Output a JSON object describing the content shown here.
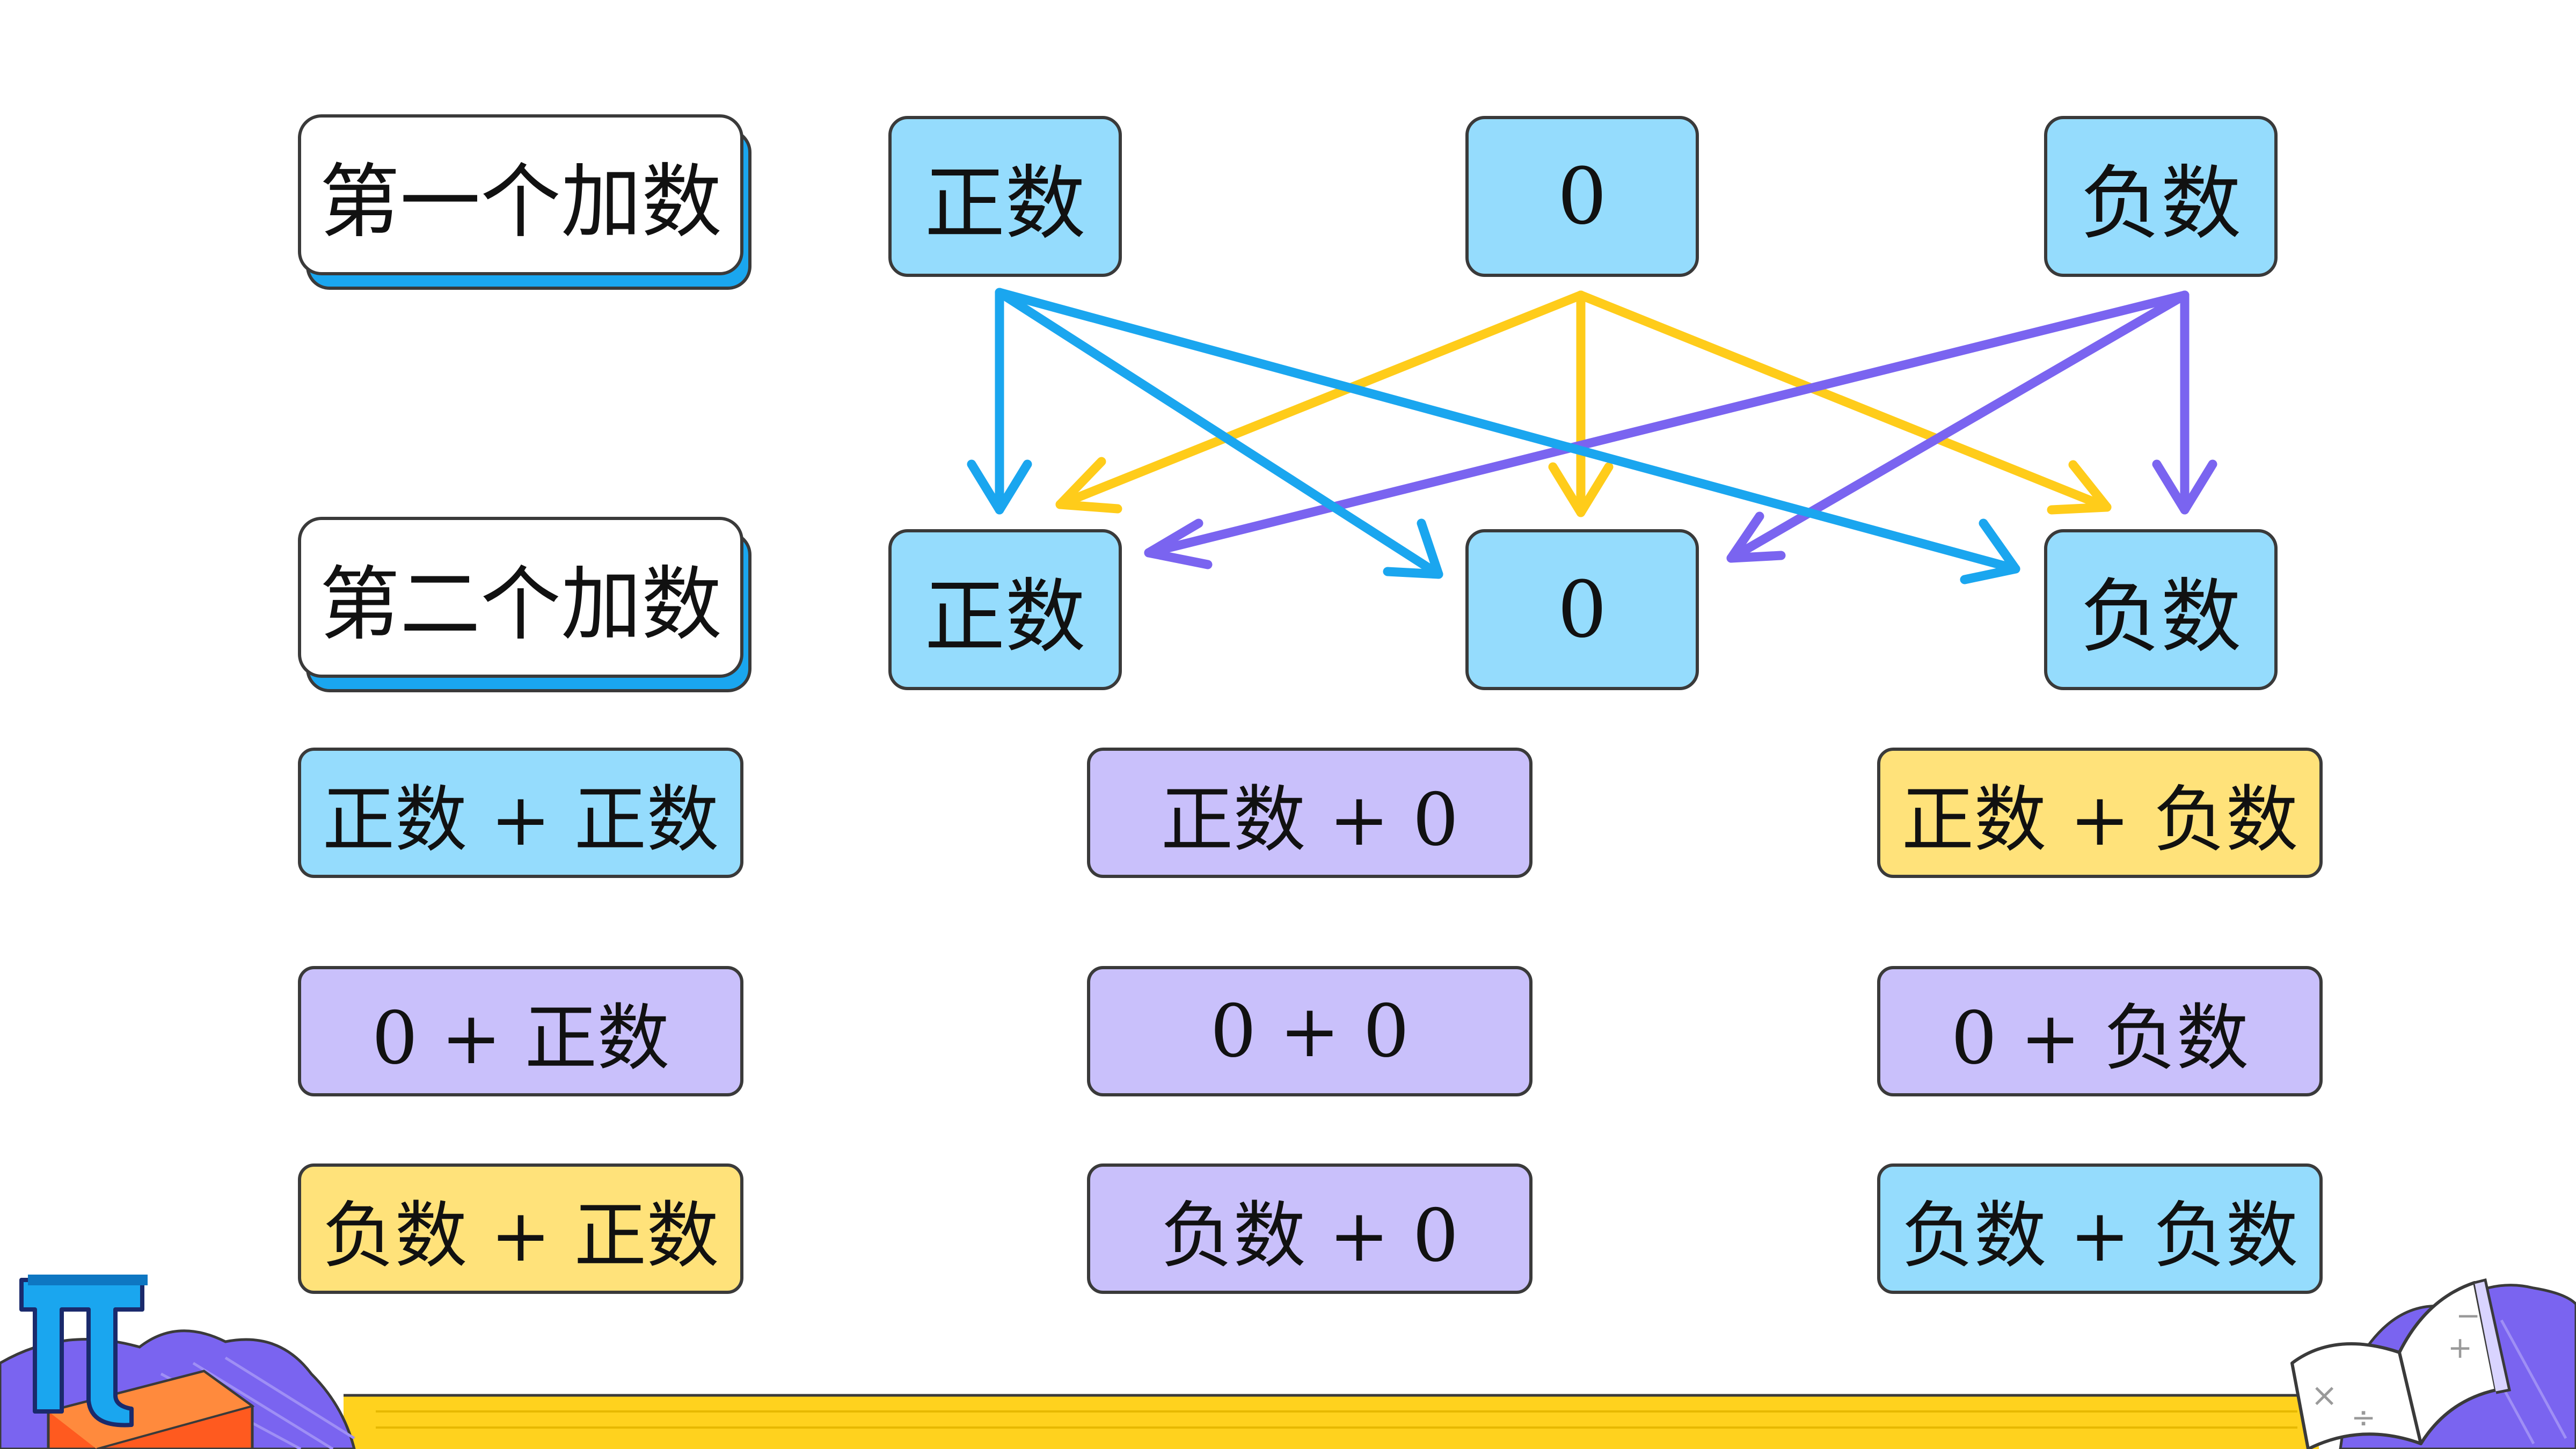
{
  "row_labels": {
    "first": "第一个加数",
    "second": "第二个加数"
  },
  "top_nodes": [
    "正数",
    "0",
    "负数"
  ],
  "bottom_nodes": [
    "正数",
    "0",
    "负数"
  ],
  "combinations": [
    {
      "text": "正数 + 正数",
      "color": "#95dcfd"
    },
    {
      "text": "正数 + 0",
      "color": "#c9c0fb"
    },
    {
      "text": "正数 + 负数",
      "color": "#ffe27a"
    },
    {
      "text": "0 + 正数",
      "color": "#c9c0fb"
    },
    {
      "text": "0 + 0",
      "color": "#c9c0fb"
    },
    {
      "text": "0 + 负数",
      "color": "#c9c0fb"
    },
    {
      "text": "负数 + 正数",
      "color": "#ffe27a"
    },
    {
      "text": "负数 + 0",
      "color": "#c9c0fb"
    },
    {
      "text": "负数 + 负数",
      "color": "#95dcfd"
    }
  ],
  "decor": {
    "pi_symbol": "π",
    "math_signs": [
      "×",
      "÷",
      "+",
      "−"
    ],
    "arrow_colors": {
      "from_positive": "#1aa6ef",
      "from_zero": "#ffcc1a",
      "from_negative": "#7a64f0"
    },
    "footer_bar_color": "#ffd21e"
  }
}
